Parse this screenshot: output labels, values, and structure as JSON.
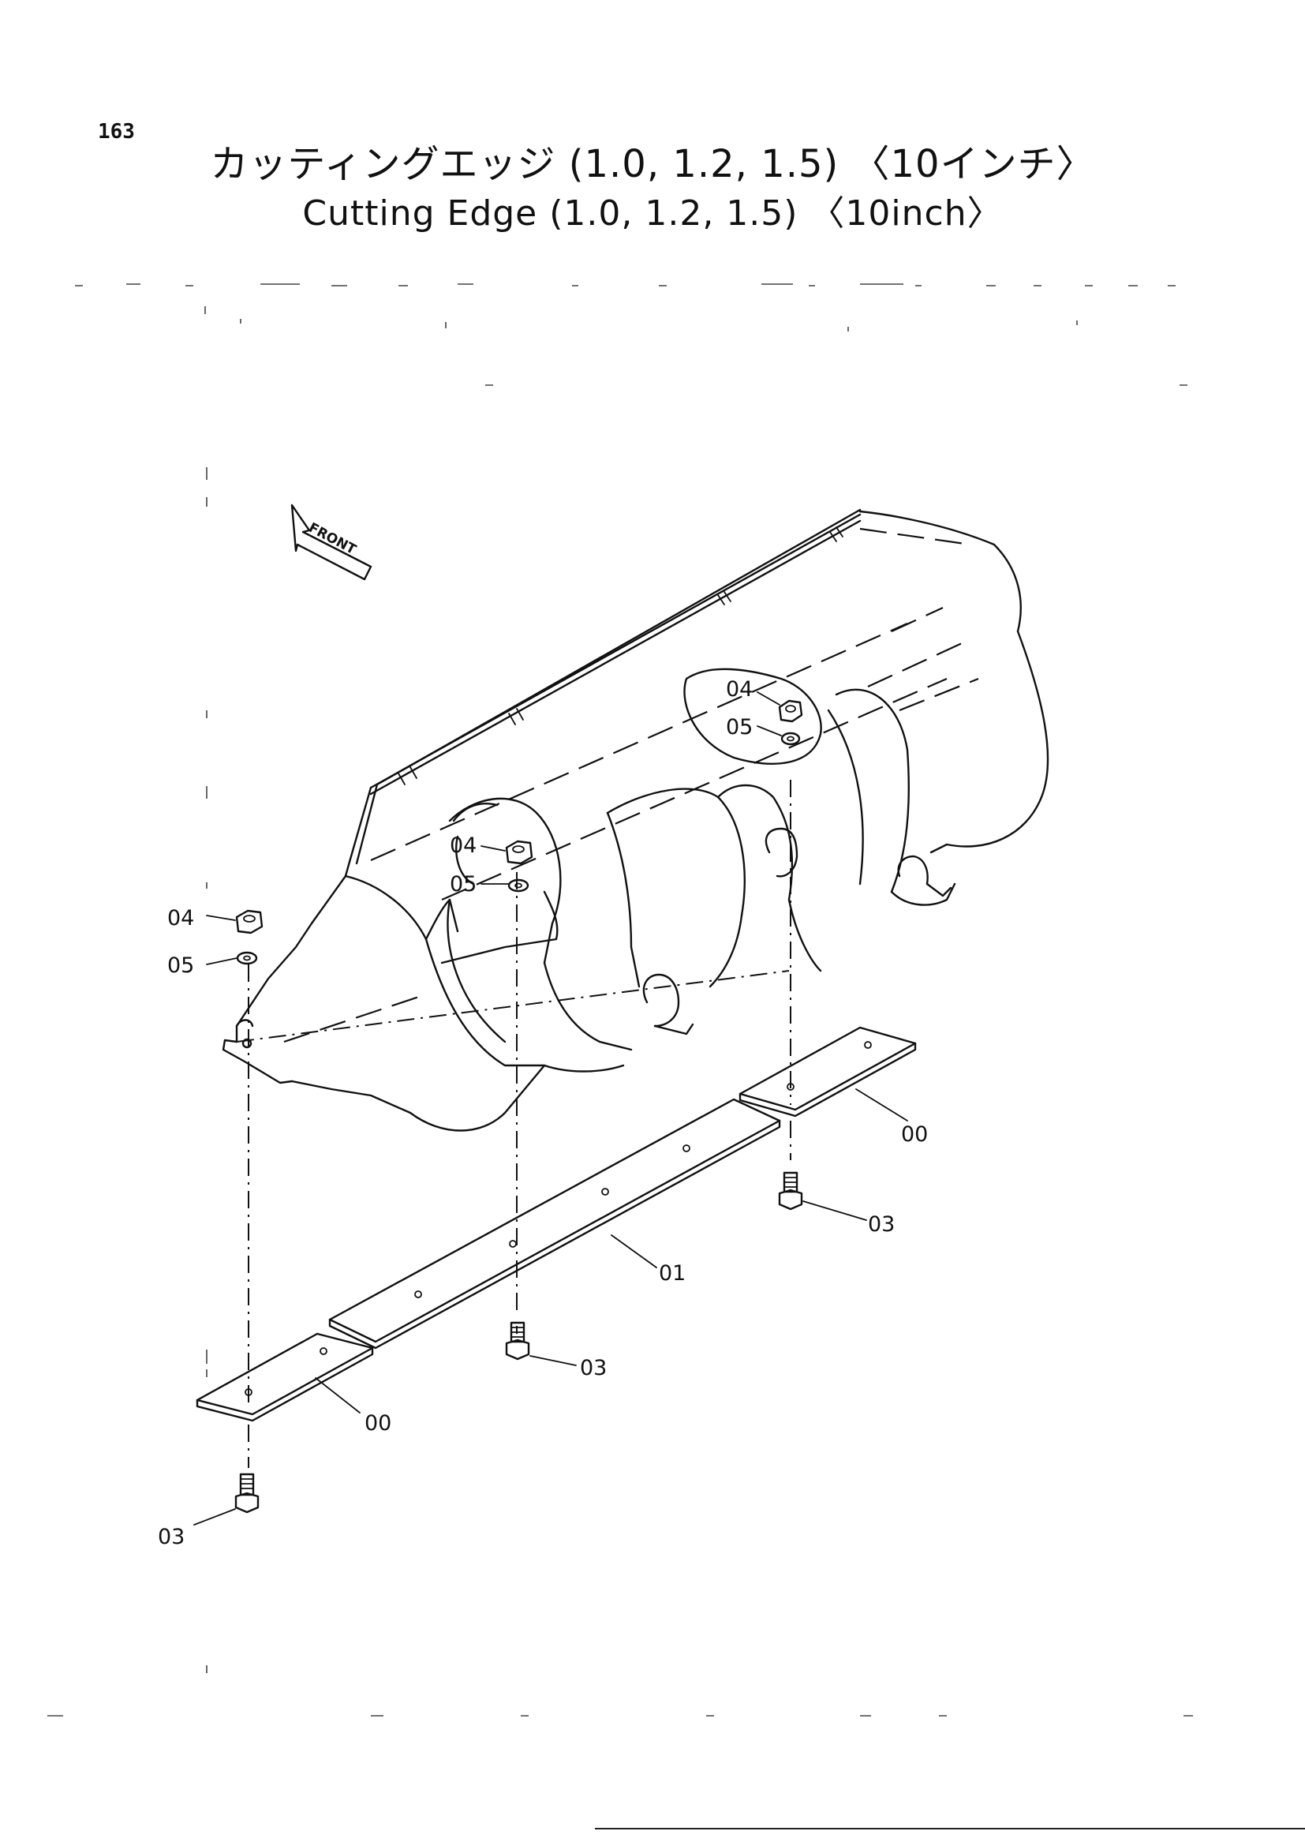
{
  "page_number": "163",
  "title_ja": "カッティングエッジ (1.0, 1.2, 1.5) 〈10インチ〉",
  "title_en": "Cutting Edge (1.0, 1.2, 1.5) 〈10inch〉",
  "front_label": "FRONT",
  "callouts": {
    "nut_upper_right": "04",
    "washer_upper_right": "05",
    "nut_center": "04",
    "washer_center": "05",
    "nut_left": "04",
    "washer_left": "05",
    "edge_piece_right": "00",
    "bolt_right": "03",
    "cutting_edge_center": "01",
    "bolt_center": "03",
    "edge_piece_left": "00",
    "bolt_left": "03"
  }
}
